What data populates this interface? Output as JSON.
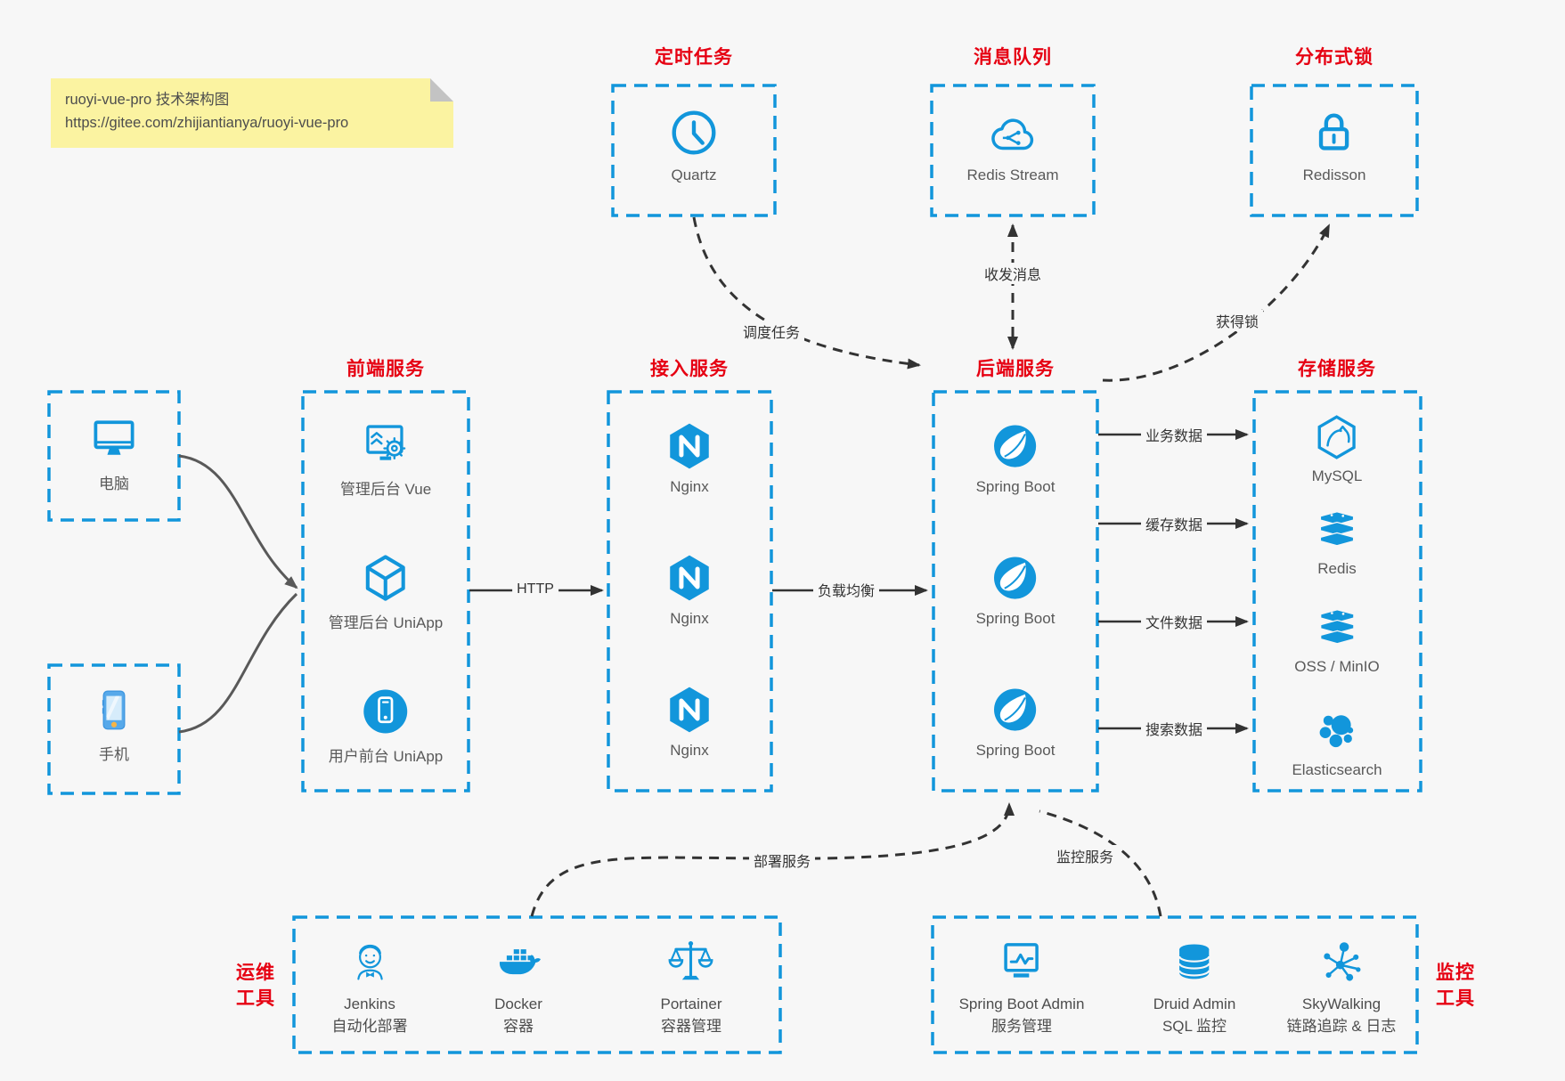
{
  "note": {
    "line1": "ruoyi-vue-pro 技术架构图",
    "line2": "https://gitee.com/zhijiantianya/ruoyi-vue-pro"
  },
  "colors": {
    "blue": "#1296db",
    "red": "#e60012",
    "line_dark": "#333333",
    "line_gray": "#595959",
    "note_bg": "#fbf3a1",
    "background": "#f7f7f7"
  },
  "top_groups": [
    {
      "title": "定时任务",
      "item": "Quartz",
      "icon": "clock-icon"
    },
    {
      "title": "消息队列",
      "item": "Redis Stream",
      "icon": "cloud-network-icon"
    },
    {
      "title": "分布式锁",
      "item": "Redisson",
      "icon": "lock-icon"
    }
  ],
  "clients": [
    {
      "label": "电脑",
      "icon": "desktop-icon"
    },
    {
      "label": "手机",
      "icon": "phone-icon"
    }
  ],
  "columns": [
    {
      "title": "前端服务",
      "items": [
        "管理后台 Vue",
        "管理后台 UniApp",
        "用户前台 UniApp"
      ]
    },
    {
      "title": "接入服务",
      "items": [
        "Nginx",
        "Nginx",
        "Nginx"
      ]
    },
    {
      "title": "后端服务",
      "items": [
        "Spring Boot",
        "Spring Boot",
        "Spring Boot"
      ]
    },
    {
      "title": "存储服务",
      "items": [
        "MySQL",
        "Redis",
        "OSS / MinIO",
        "Elasticsearch"
      ]
    }
  ],
  "edges": {
    "http": "HTTP",
    "load_balance": "负载均衡",
    "schedule": "调度任务",
    "message": "收发消息",
    "lock": "获得锁",
    "business": "业务数据",
    "cache": "缓存数据",
    "file": "文件数据",
    "search": "搜索数据",
    "deploy": "部署服务",
    "monitor": "监控服务"
  },
  "ops_group": {
    "title_line1": "运维",
    "title_line2": "工具",
    "items": [
      {
        "name": "Jenkins",
        "desc": "自动化部署"
      },
      {
        "name": "Docker",
        "desc": "容器"
      },
      {
        "name": "Portainer",
        "desc": "容器管理"
      }
    ]
  },
  "monitor_group": {
    "title_line1": "监控",
    "title_line2": "工具",
    "items": [
      {
        "name": "Spring Boot Admin",
        "desc": "服务管理"
      },
      {
        "name": "Druid Admin",
        "desc": "SQL 监控"
      },
      {
        "name": "SkyWalking",
        "desc": "链路追踪 & 日志"
      }
    ]
  }
}
